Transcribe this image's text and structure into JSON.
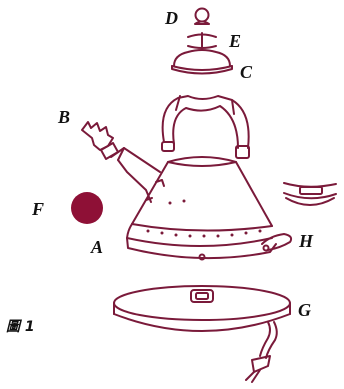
{
  "figure": {
    "caption": "圖 1",
    "labels": {
      "a": "A",
      "b": "B",
      "c": "C",
      "d": "D",
      "e": "E",
      "f": "F",
      "g": "G",
      "h": "H"
    }
  },
  "colors": {
    "line": "#7a1a3a",
    "fill": "#8e1036",
    "label": "#111111"
  },
  "parts": [
    "lid-knob",
    "lid-seal",
    "lid",
    "whistle",
    "handle",
    "kettle-body",
    "indicator-button",
    "power-base",
    "power-cord",
    "switch-lever"
  ]
}
